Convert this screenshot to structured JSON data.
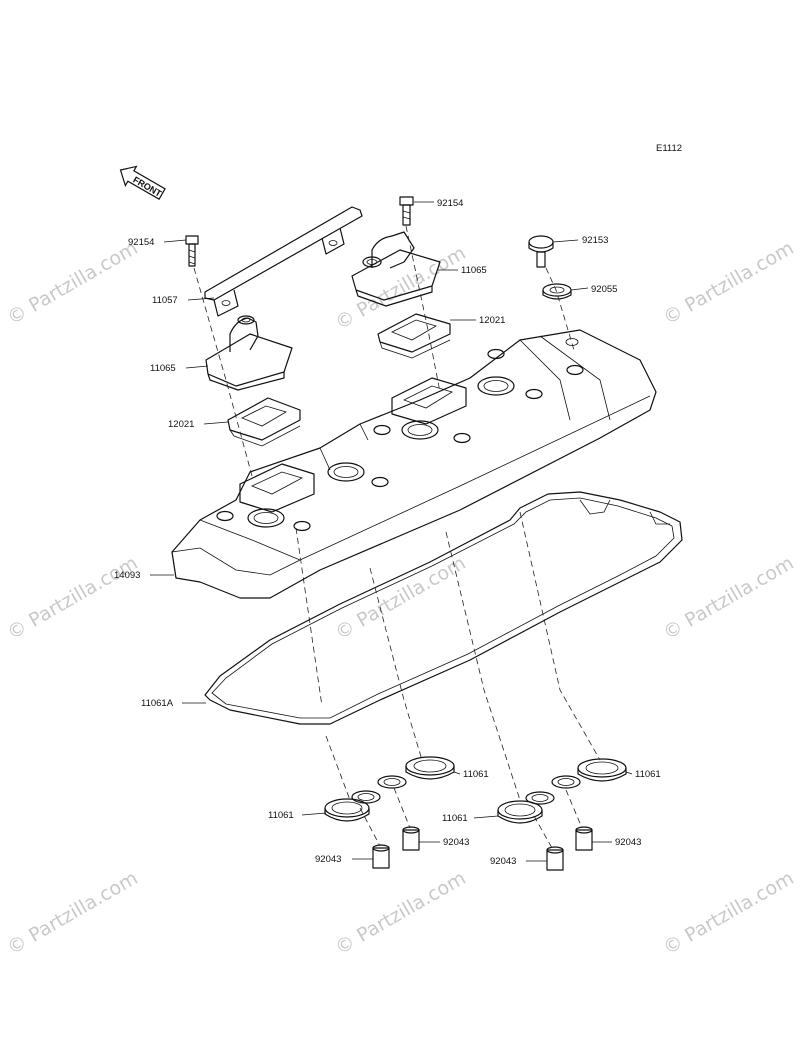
{
  "diagram_code": "E1112",
  "front_arrow_text": "FRONT",
  "watermark_text": "© Partzilla.com",
  "callouts": {
    "c92154_left": "92154",
    "c92154_top": "92154",
    "c92153": "92153",
    "c92055": "92055",
    "c11065_right": "11065",
    "c11065_left": "11065",
    "c11057": "11057",
    "c12021_right": "12021",
    "c12021_left": "12021",
    "c14093": "14093",
    "c11061A": "11061A",
    "c11061_a": "11061",
    "c11061_b": "11061",
    "c11061_c": "11061",
    "c11061_d": "11061",
    "c92043_a": "92043",
    "c92043_b": "92043",
    "c92043_c": "92043",
    "c92043_d": "92043"
  }
}
